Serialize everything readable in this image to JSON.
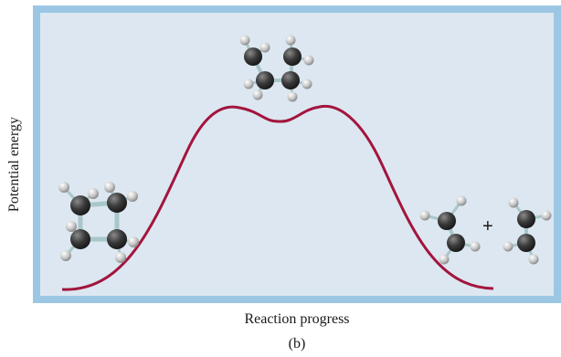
{
  "diagram": {
    "ylabel": "Potential energy",
    "xlabel": "Reaction progress",
    "caption": "(b)",
    "plus_sign": "+",
    "curve_color": "#a3153d",
    "panel_fill": "#dce7f1",
    "frame_color": "#9cc7e4",
    "molecules": {
      "reactant": "cyclobutane-molecule",
      "transition_state": "transition-state-molecule",
      "product_1": "ethylene-molecule",
      "product_2": "ethylene-molecule"
    }
  }
}
